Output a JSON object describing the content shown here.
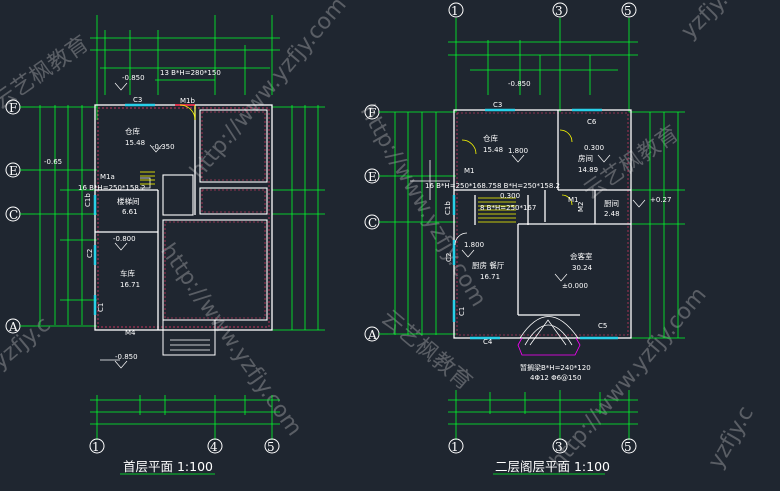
{
  "axes": {
    "plan1_bottom": [
      "1",
      "4",
      "5"
    ],
    "plan2_top": [
      "1",
      "3",
      "5"
    ],
    "plan2_bottom": [
      "1",
      "3",
      "5"
    ],
    "plan1_left": [
      "F",
      "E",
      "C",
      "A"
    ],
    "plan2_left": [
      "F",
      "E",
      "C",
      "A"
    ]
  },
  "plan1": {
    "title": "首层平面 1:100",
    "stair_note_top": "13 B*H=280*150",
    "level_top": "-0.850",
    "door_c3": "C3",
    "door_m1": "M1b",
    "room_storage": "仓库",
    "area_storage": "15.48",
    "level_storage": "-0.350",
    "left_level": "-0.65",
    "stair_note": "16 B*H=250*158.2",
    "door_m1a": "M1a",
    "door_c1b": "C1b",
    "room_stair": "楼梯间",
    "area_stair": "6.61",
    "level_garage": "-0.800",
    "door_c2": "C2",
    "room_garage": "车库",
    "area_garage": "16.71",
    "door_c1": "C1",
    "door_m4": "M4",
    "level_bottom": "-0.850"
  },
  "plan2": {
    "title": "二层阁层平面 1:100",
    "level_top": "-0.850",
    "door_c3": "C3",
    "door_c6": "C6",
    "room_storage": "仓库",
    "area_storage": "15.48",
    "level_storage": "1.800",
    "level_room": "0.300",
    "room_room": "房间",
    "area_room": "14.89",
    "stair_note_a": "16 B*H=250*168.75",
    "stair_note_b": "8 B*H=250*158.2",
    "door_m1": "M1",
    "door_m1b": "M1",
    "level_stair": "0.300",
    "stair_note_c": "8 B*H=250*167",
    "door_c1b": "C1b",
    "door_m2": "M2",
    "room_bath": "厨间",
    "area_bath": "2.48",
    "level_bath": "+0.27",
    "level_dining": "1.800",
    "door_c2": "C2",
    "room_dining": "厨房 餐厅",
    "area_dining": "16.71",
    "room_living": "会客室",
    "area_living": "30.24",
    "level_living": "±0.000",
    "door_c1": "C1",
    "door_c4": "C4",
    "door_c5": "C5",
    "beam_note": "暂搁梁B*H=240*120",
    "beam_note2": "4Φ12  Φ6@150"
  },
  "watermark": {
    "url": "http://www.yzfjy.com",
    "brand": "云艺枫教育",
    "short": "yzfjy.c"
  },
  "colors": {
    "background": "#1f2630",
    "dim_line": "#00ff2a",
    "wall": "#ffffff",
    "wall_hatch": "#ff3d6e",
    "axis_red": "#ff2040",
    "window": "#29d0e8",
    "yellow": "#ffff00",
    "magenta": "#ff00ff"
  }
}
